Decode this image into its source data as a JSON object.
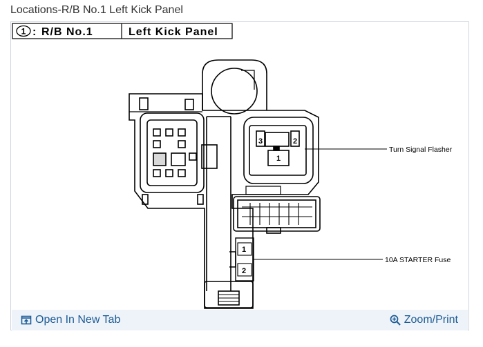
{
  "page": {
    "title": "Locations-R/B No.1 Left Kick Panel"
  },
  "diagram_header": {
    "number": "1",
    "name": "R/B No.1",
    "location": "Left Kick Panel"
  },
  "callouts": [
    {
      "label": "Turn Signal Flasher"
    },
    {
      "label": "10A STARTER Fuse"
    }
  ],
  "flasher_pins": [
    "3",
    "2",
    "1"
  ],
  "fuse_pins": [
    "1",
    "2"
  ],
  "footer": {
    "open_tab_label": "Open In New Tab",
    "open_tab_icon": "open-new-tab-icon",
    "zoom_label": "Zoom/Print",
    "zoom_icon": "zoom-in-icon",
    "link_color": "#1c5b96",
    "bar_color": "#eef3f9"
  }
}
